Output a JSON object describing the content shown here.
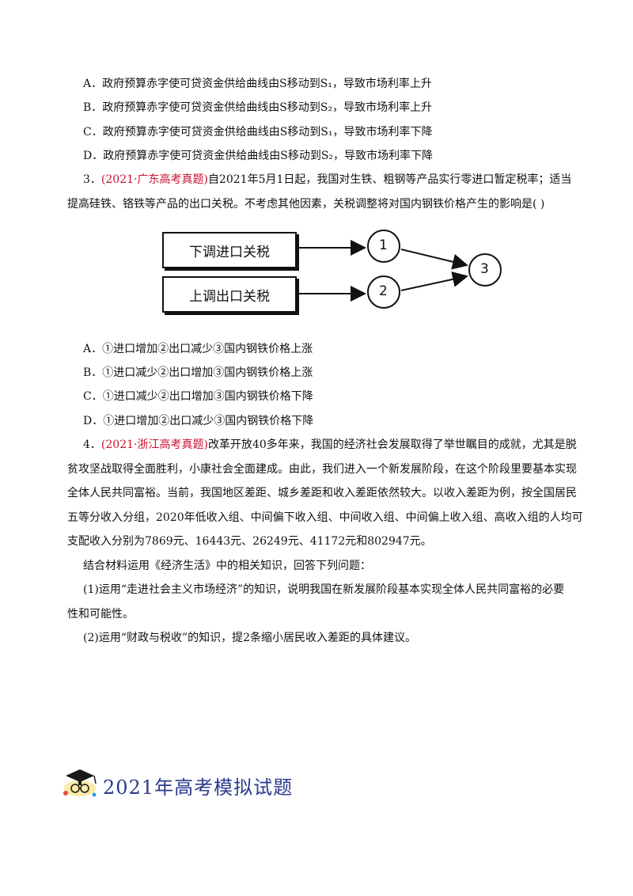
{
  "q2_options": [
    "A．政府预算赤字使可贷资金供给曲线由S移动到S₁，导致市场利率上升",
    "B．政府预算赤字使可贷资金供给曲线由S移动到S₂，导致市场利率上升",
    "C．政府预算赤字使可贷资金供给曲线由S移动到S₁，导致市场利率下降",
    "D．政府预算赤字使可贷资金供给曲线由S移动到S₂，导致市场利率下降"
  ],
  "q3": {
    "number": "3．",
    "source": "(2021·广东高考真题)",
    "text_line1": "自2021年5月1日起，我国对生铁、粗钢等产品实行零进口暂定税率；适当",
    "text_line2": "提高硅铁、铬铁等产品的出口关税。不考虑其他因素，关税调整将对国内钢铁价格产生的影响是(    )",
    "diagram": {
      "box1": "下调进口关税",
      "box2": "上调出口关税",
      "node1": "1",
      "node2": "2",
      "node3": "3"
    },
    "options": [
      "A．①进口增加②出口减少③国内钢铁价格上涨",
      "B．①进口减少②出口增加③国内钢铁价格上涨",
      "C．①进口减少②出口增加③国内钢铁价格下降",
      "D．①进口增加②出口减少③国内钢铁价格下降"
    ]
  },
  "q4": {
    "number": "4．",
    "source": "(2021·浙江高考真题)",
    "lines": [
      "改革开放40多年来，我国的经济社会发展取得了举世瞩目的成就，尤其是脱",
      "贫攻坚战取得全面胜利，小康社会全面建成。由此，我们进入一个新发展阶段，在这个阶段里要基本实现",
      "全体人民共同富裕。当前，我国地区差距、城乡差距和收入差距依然较大。以收入差距为例，按全国居民",
      "五等分收入分组，2020年低收入组、中间偏下收入组、中间收入组、中间偏上收入组、高收入组的人均可",
      "支配收入分别为7869元、16443元、26249元、41172元和802947元。"
    ],
    "prompt": "结合材料运用《经济生活》中的相关知识，回答下列问题：",
    "sub1_line1": "(1)运用“走进社会主义市场经济”的知识，说明我国在新发展阶段基本实现全体人民共同富裕的必要",
    "sub1_line2": "性和可能性。",
    "sub2": "(2)运用“财政与税收”的知识，提2条缩小居民收入差距的具体建议。"
  },
  "section_title": "2021年高考模拟试题",
  "colors": {
    "source_red": "#c8102e",
    "title_blue": "#2b3a8c"
  }
}
